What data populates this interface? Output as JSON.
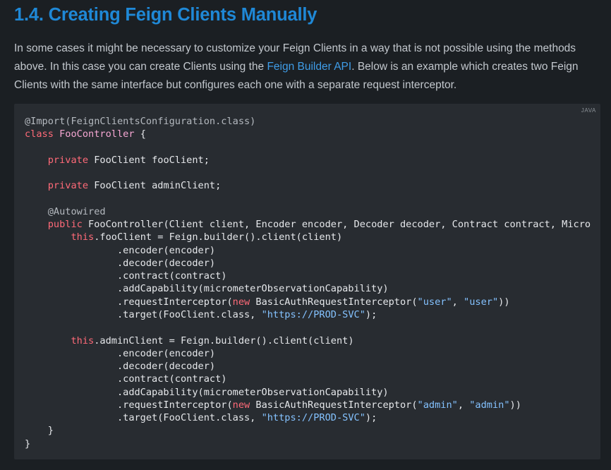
{
  "heading": "1.4. Creating Feign Clients Manually",
  "intro": {
    "line1": "In some cases it might be necessary to customize your Feign Clients in a way that is not possible using the methods",
    "line2_before": "above. In this case you can create Clients using the ",
    "link_text": "Feign Builder API",
    "line2_after": ". Below is an example which creates two Feign",
    "line3": "Clients with the same interface but configures each one with a separate request interceptor."
  },
  "code_block": {
    "language": "JAVA",
    "lines": [
      [
        {
          "t": "ann",
          "v": "@Import(FeignClientsConfiguration.class)"
        }
      ],
      [
        {
          "t": "kw",
          "v": "class "
        },
        {
          "t": "cls",
          "v": "FooController"
        },
        {
          "t": "plain",
          "v": " {"
        }
      ],
      [],
      [
        {
          "t": "plain",
          "v": "    "
        },
        {
          "t": "kw",
          "v": "private "
        },
        {
          "t": "plain",
          "v": "FooClient fooClient;"
        }
      ],
      [],
      [
        {
          "t": "plain",
          "v": "    "
        },
        {
          "t": "kw",
          "v": "private "
        },
        {
          "t": "plain",
          "v": "FooClient adminClient;"
        }
      ],
      [],
      [
        {
          "t": "plain",
          "v": "    "
        },
        {
          "t": "ann",
          "v": "@Autowired"
        }
      ],
      [
        {
          "t": "plain",
          "v": "    "
        },
        {
          "t": "kw",
          "v": "public "
        },
        {
          "t": "plain",
          "v": "FooController(Client client, Encoder encoder, Decoder decoder, Contract contract, Micro"
        }
      ],
      [
        {
          "t": "plain",
          "v": "        "
        },
        {
          "t": "kw",
          "v": "this"
        },
        {
          "t": "plain",
          "v": ".fooClient = Feign.builder().client(client)"
        }
      ],
      [
        {
          "t": "plain",
          "v": "                .encoder(encoder)"
        }
      ],
      [
        {
          "t": "plain",
          "v": "                .decoder(decoder)"
        }
      ],
      [
        {
          "t": "plain",
          "v": "                .contract(contract)"
        }
      ],
      [
        {
          "t": "plain",
          "v": "                .addCapability(micrometerObservationCapability)"
        }
      ],
      [
        {
          "t": "plain",
          "v": "                .requestInterceptor("
        },
        {
          "t": "kw",
          "v": "new "
        },
        {
          "t": "plain",
          "v": "BasicAuthRequestInterceptor("
        },
        {
          "t": "str",
          "v": "\"user\""
        },
        {
          "t": "plain",
          "v": ", "
        },
        {
          "t": "str",
          "v": "\"user\""
        },
        {
          "t": "plain",
          "v": "))"
        }
      ],
      [
        {
          "t": "plain",
          "v": "                .target(FooClient.class, "
        },
        {
          "t": "str",
          "v": "\"https://PROD-SVC\""
        },
        {
          "t": "plain",
          "v": ");"
        }
      ],
      [],
      [
        {
          "t": "plain",
          "v": "        "
        },
        {
          "t": "kw",
          "v": "this"
        },
        {
          "t": "plain",
          "v": ".adminClient = Feign.builder().client(client)"
        }
      ],
      [
        {
          "t": "plain",
          "v": "                .encoder(encoder)"
        }
      ],
      [
        {
          "t": "plain",
          "v": "                .decoder(decoder)"
        }
      ],
      [
        {
          "t": "plain",
          "v": "                .contract(contract)"
        }
      ],
      [
        {
          "t": "plain",
          "v": "                .addCapability(micrometerObservationCapability)"
        }
      ],
      [
        {
          "t": "plain",
          "v": "                .requestInterceptor("
        },
        {
          "t": "kw",
          "v": "new "
        },
        {
          "t": "plain",
          "v": "BasicAuthRequestInterceptor("
        },
        {
          "t": "str",
          "v": "\"admin\""
        },
        {
          "t": "plain",
          "v": ", "
        },
        {
          "t": "str",
          "v": "\"admin\""
        },
        {
          "t": "plain",
          "v": "))"
        }
      ],
      [
        {
          "t": "plain",
          "v": "                .target(FooClient.class, "
        },
        {
          "t": "str",
          "v": "\"https://PROD-SVC\""
        },
        {
          "t": "plain",
          "v": ");"
        }
      ],
      [
        {
          "t": "plain",
          "v": "    }"
        }
      ],
      [
        {
          "t": "plain",
          "v": "}"
        }
      ]
    ]
  },
  "colors": {
    "heading": "#1f88d6",
    "link": "#3f9de8",
    "keyword": "#ff6a78",
    "class_name": "#f6a7d3",
    "string": "#84c2ff",
    "annotation": "#b4b9bf"
  }
}
